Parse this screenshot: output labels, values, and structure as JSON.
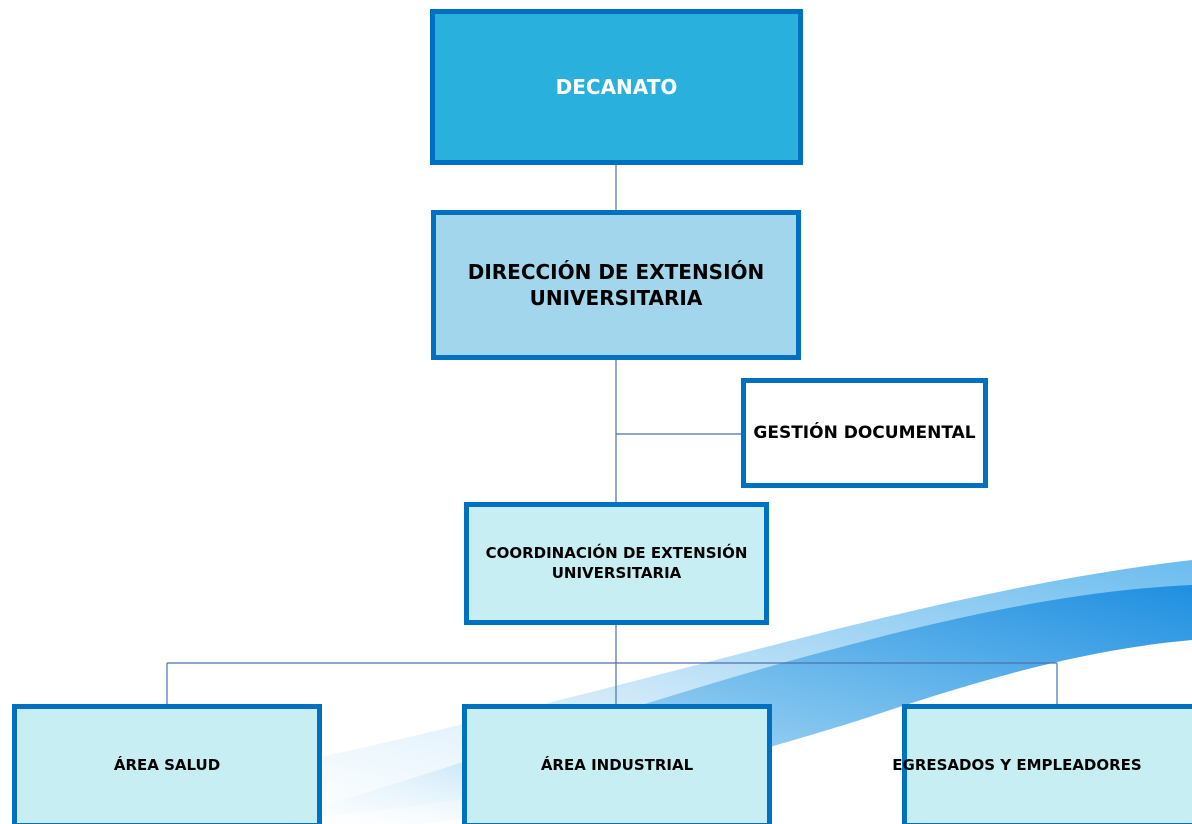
{
  "org_chart": {
    "top": {
      "label": "DECANATO",
      "fill": "#29b0dd"
    },
    "direccion": {
      "label": "DIRECCIÓN DE EXTENSIÓN UNIVERSITARIA",
      "fill": "#a2d6ec"
    },
    "gestion": {
      "label": "GESTIÓN DOCUMENTAL",
      "fill": "#ffffff"
    },
    "coordinacion": {
      "label": "COORDINACIÓN DE EXTENSIÓN UNIVERSITARIA",
      "fill": "#c6eef3"
    },
    "areas": [
      {
        "label": "ÁREA SALUD",
        "fill": "#c6eef3"
      },
      {
        "label": "ÁREA INDUSTRIAL",
        "fill": "#c6eef3"
      },
      {
        "label": "EGRESADOS Y EMPLEADORES",
        "fill": "#c6eef3"
      }
    ],
    "border_color": "#0070c0",
    "connector_color": "#4a72b0"
  }
}
